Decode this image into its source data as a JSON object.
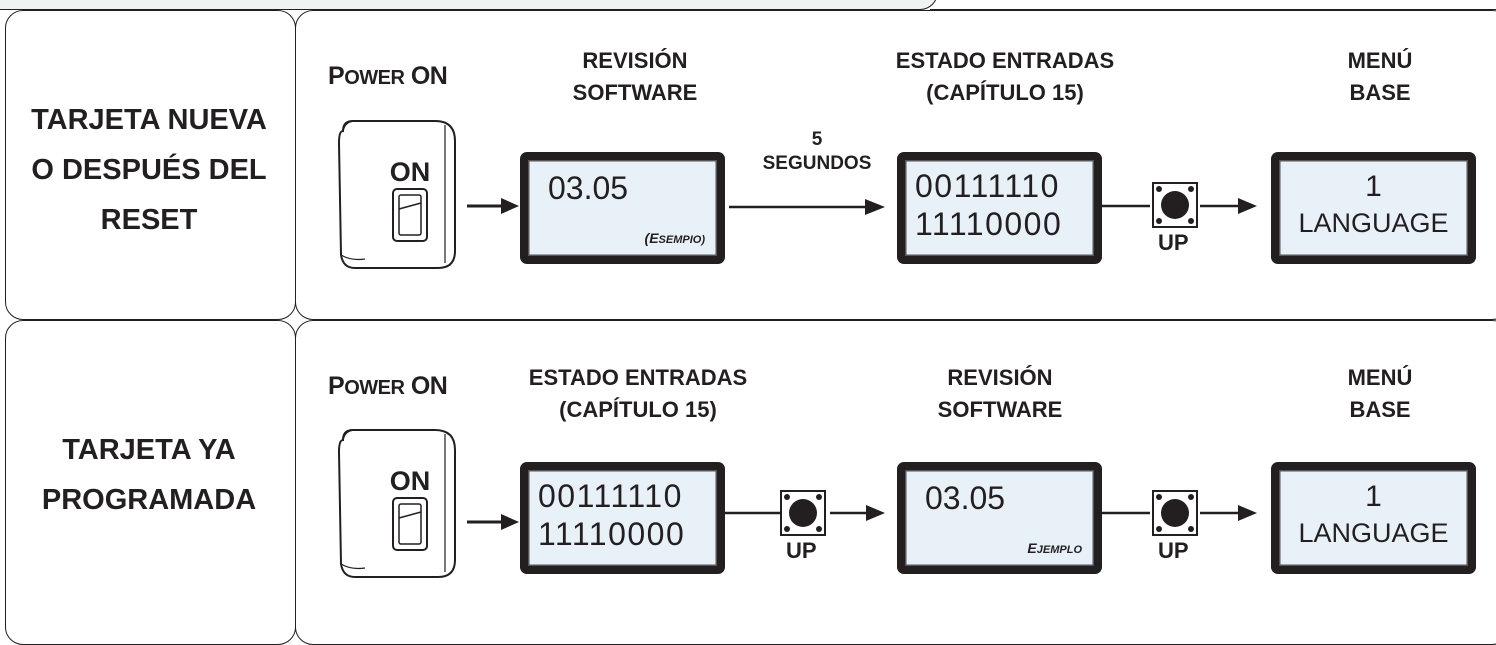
{
  "rows": [
    {
      "label_lines": [
        "TARJETA NUEVA",
        "O DESPUÉS DEL",
        "RESET"
      ],
      "power": {
        "p": "P",
        "ower": "OWER",
        "on": "ON"
      },
      "switch_label": "ON",
      "steps": [
        {
          "caption": [
            "REVISIÓN",
            "SOFTWARE"
          ],
          "display": {
            "kind": "version",
            "value": "03.05",
            "note_first": "(E",
            "note_rest": "SEMPIO)"
          }
        },
        {
          "caption": [
            "ESTADO ENTRADAS",
            "(CAPÍTULO 15)"
          ],
          "display": {
            "kind": "inputs",
            "line1": "00111110",
            "line2": "11110000"
          }
        },
        {
          "caption": [
            "MENÚ",
            "BASE"
          ],
          "display": {
            "kind": "menu",
            "line1": "1",
            "line2": "LANGUAGE"
          }
        }
      ],
      "transitions": [
        {
          "kind": "arrow"
        },
        {
          "kind": "delay",
          "lines": [
            "5",
            "SEGUNDOS"
          ]
        },
        {
          "kind": "button",
          "label": "UP"
        }
      ]
    },
    {
      "label_lines": [
        "TARJETA YA",
        "PROGRAMADA"
      ],
      "power": {
        "p": "P",
        "ower": "OWER",
        "on": "ON"
      },
      "switch_label": "ON",
      "steps": [
        {
          "caption": [
            "ESTADO ENTRADAS",
            "(CAPÍTULO 15)"
          ],
          "display": {
            "kind": "inputs",
            "line1": "00111110",
            "line2": "11110000"
          }
        },
        {
          "caption": [
            "REVISIÓN",
            "SOFTWARE"
          ],
          "display": {
            "kind": "version",
            "value": "03.05",
            "note_first": "E",
            "note_rest": "JEMPLO"
          }
        },
        {
          "caption": [
            "MENÚ",
            "BASE"
          ],
          "display": {
            "kind": "menu",
            "line1": "1",
            "line2": "LANGUAGE"
          }
        }
      ],
      "transitions": [
        {
          "kind": "arrow"
        },
        {
          "kind": "button",
          "label": "UP"
        },
        {
          "kind": "button",
          "label": "UP"
        }
      ]
    }
  ]
}
